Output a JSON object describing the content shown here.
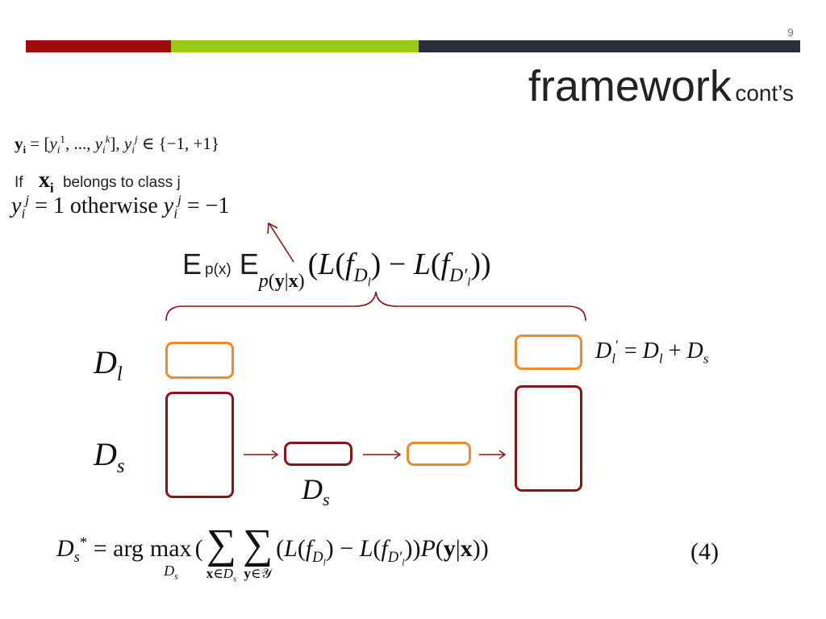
{
  "slide": {
    "number": "9",
    "title": "framework",
    "title_suffix": "cont’s"
  },
  "colors": {
    "bar_red": "#a00a0a",
    "bar_green": "#9acb12",
    "bar_dark": "#2b2e3a",
    "box_orange": "#f08a2c",
    "box_dark_red": "#8a1416"
  },
  "text": {
    "line1_tail": "}",
    "if_label": "If",
    "belongs_label": "belongs to class j",
    "line3_mid": "= 1 otherwise",
    "line3_tail": "= −1",
    "e_px": "E",
    "px_sub": "p(x)",
    "e_pyx": "E",
    "label_dl": "D",
    "label_ds": "D",
    "label_ds_bottom": "D",
    "eq_number": "(4)"
  }
}
